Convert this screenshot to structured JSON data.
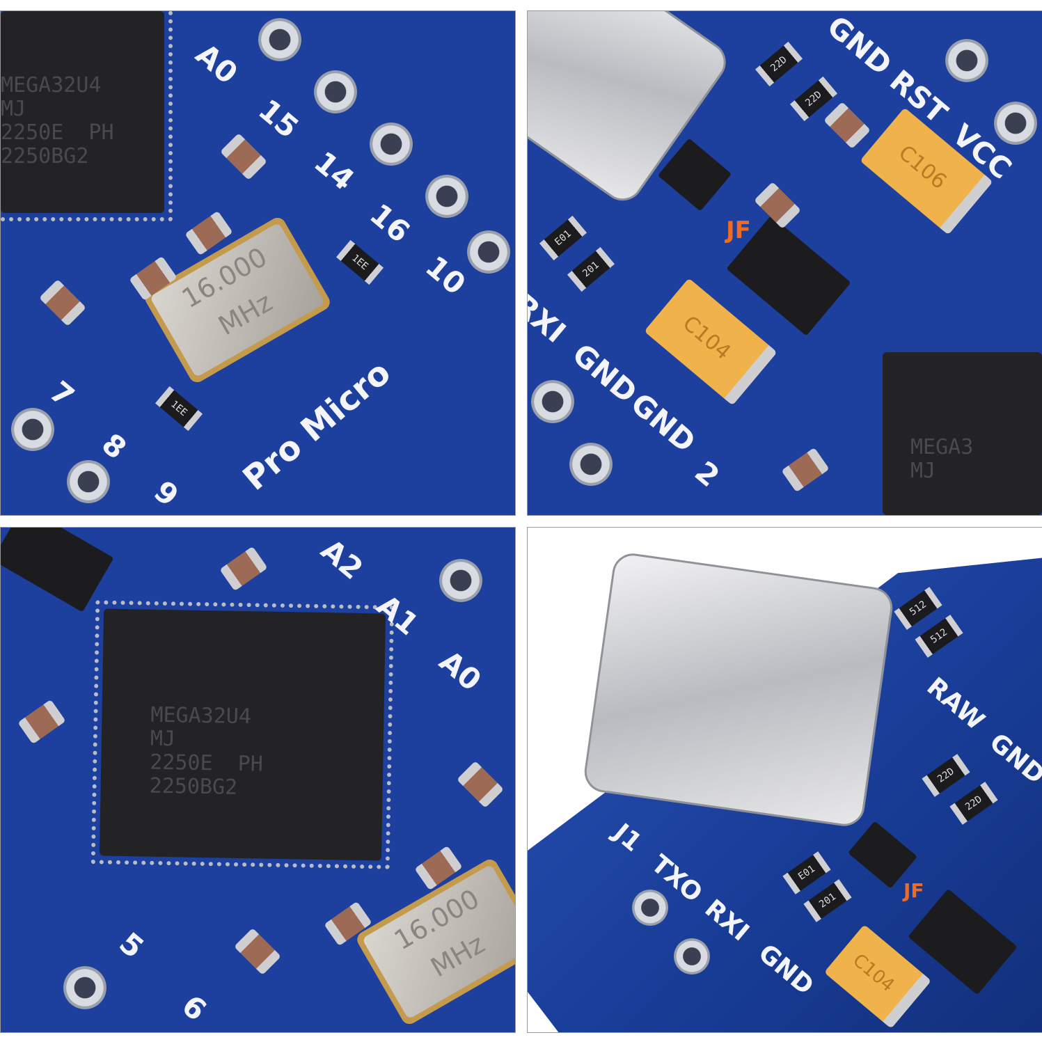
{
  "panels": [
    {
      "labels": [
        "A0",
        "15",
        "14",
        "16",
        "10",
        "7",
        "8",
        "9",
        "Pro Micro"
      ],
      "chip_text": "MEGA32U4\nMJ\n2250E  PH\n2250BG2",
      "crystal_text": "16.000\nMHz",
      "resistor_codes": [
        "1EE",
        "1EE"
      ]
    },
    {
      "labels": [
        "GND",
        "RST",
        "VCC",
        "RXI",
        "GND",
        "GND",
        "2"
      ],
      "tantalum_caps": [
        "C106",
        "C104"
      ],
      "resistor_codes": [
        "22D",
        "22D",
        "E01",
        "201"
      ],
      "logo": "JF",
      "chip_text": "MEGA3\nMJ"
    },
    {
      "labels": [
        "A2",
        "A1",
        "A0",
        "5",
        "6"
      ],
      "chip_text": "MEGA32U4\nMJ\n2250E  PH\n2250BG2",
      "crystal_text": "16.000\nMHz"
    },
    {
      "labels": [
        "RAW",
        "GND",
        "J1",
        "TXO",
        "RXI",
        "GND"
      ],
      "resistor_codes": [
        "512",
        "512",
        "22D",
        "22D",
        "E01",
        "201"
      ],
      "tantalum_caps": [
        "C104"
      ],
      "logo": "JF"
    }
  ],
  "colors": {
    "pcb": "#1d3f9e",
    "silkscreen": "#f3f5fb",
    "tantalum": "#f0b24a",
    "chip": "#232326"
  }
}
